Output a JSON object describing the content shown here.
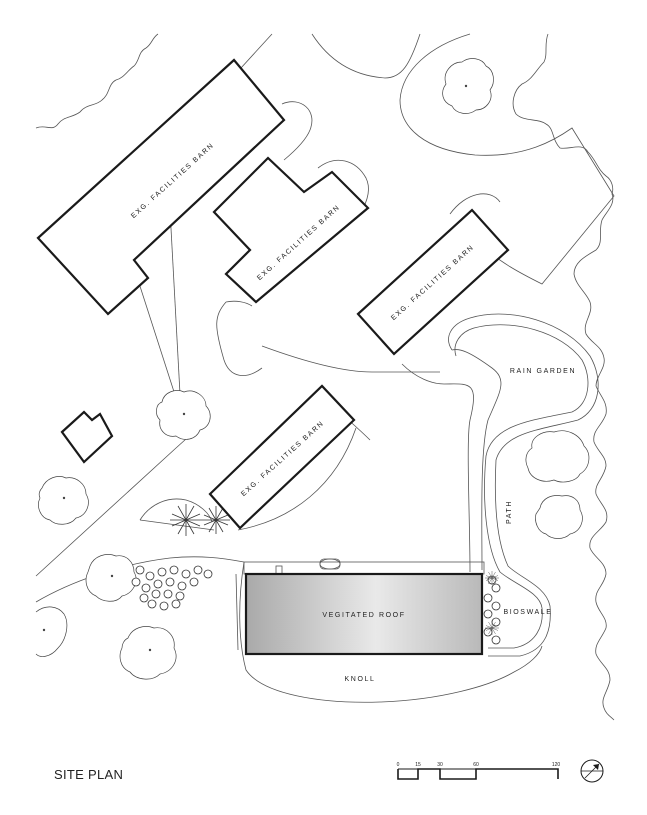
{
  "title": "SITE PLAN",
  "labels": {
    "barn_1": "EXG. FACILITIES BARN",
    "barn_2": "EXG. FACILITIES BARN",
    "barn_3": "EXG. FACILITIES BARN",
    "barn_4": "EXG. FACILITIES BARN",
    "roof": "VEGITATED ROOF",
    "rain_garden": "RAIN GARDEN",
    "path": "PATH",
    "bioswale": "BIOSWALE",
    "knoll": "KNOLL"
  },
  "scale_bar": {
    "ticks": [
      "0",
      "15",
      "30",
      "60",
      "120"
    ]
  },
  "icons": {
    "north_arrow": "north-arrow-icon"
  }
}
